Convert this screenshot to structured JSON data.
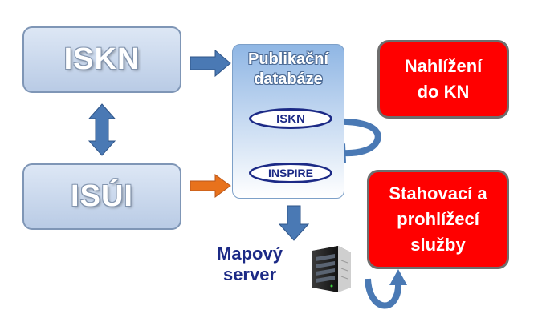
{
  "nodes": {
    "iskn": "ISKN",
    "isui": "ISÚI",
    "database_title_line1": "Publikační",
    "database_title_line2": "databáze",
    "db_iskn": "ISKN",
    "db_inspire": "INSPIRE",
    "nahlizeni_line1": "Nahlížení",
    "nahlizeni_line2": "do KN",
    "stahovaci_line1": "Stahovací a",
    "stahovaci_line2": "prohlížecí",
    "stahovaci_line3": "služby",
    "mapovy_line1": "Mapový",
    "mapovy_line2": "server"
  },
  "colors": {
    "arrow_blue": "#4a79b4",
    "arrow_orange": "#e8721c",
    "output_red": "#ff0000",
    "pill_navy": "#1c2a86"
  },
  "icons": [
    "server-icon"
  ]
}
